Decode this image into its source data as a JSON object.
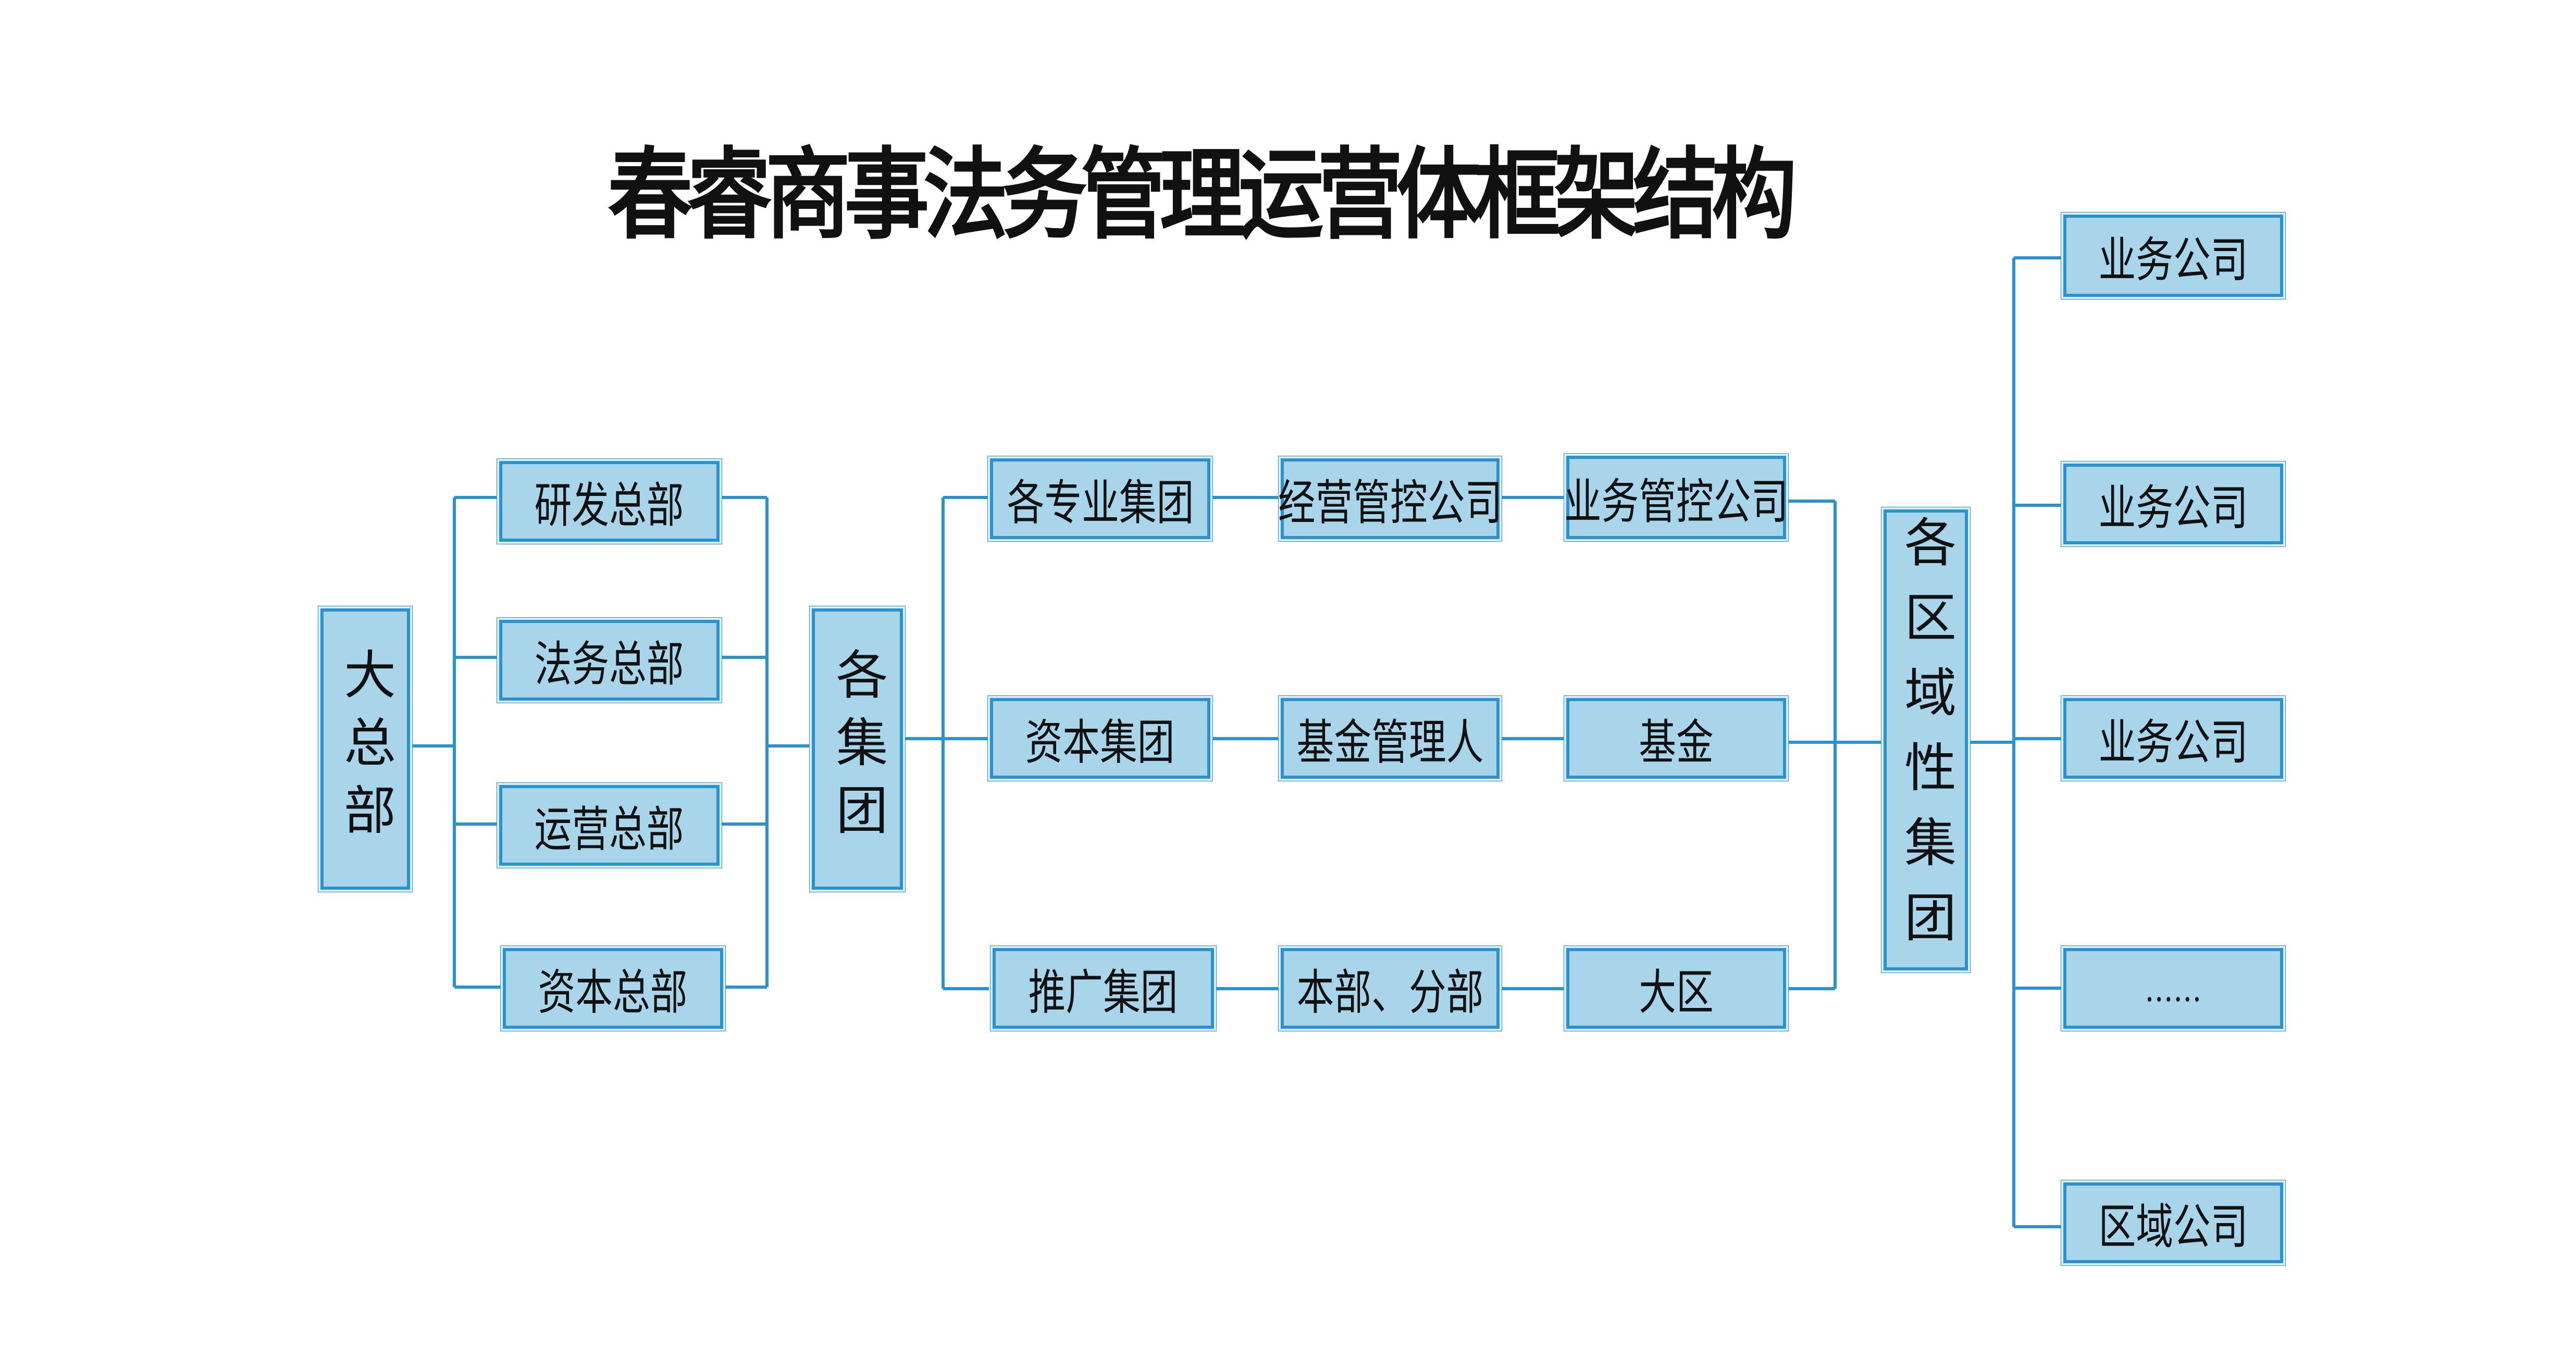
{
  "title": "春睿商事法务管理运营体框架结构",
  "colors": {
    "box_fill": "#a8d5ea",
    "box_border": "#2a93cf",
    "connector": "#2a93cf"
  },
  "nodes": {
    "headquarters": "大总部",
    "dept_rd": "研发总部",
    "dept_legal": "法务总部",
    "dept_ops": "运营总部",
    "dept_capital": "资本总部",
    "groups": "各集团",
    "group_specialized": "各专业集团",
    "group_capital": "资本集团",
    "group_promotion": "推广集团",
    "mgmt_company": "经营管控公司",
    "fund_manager": "基金管理人",
    "branch_division": "本部、分部",
    "business_control_company": "业务管控公司",
    "fund": "基金",
    "big_region": "大区",
    "regional_groups": "各区域性集团",
    "biz_company_1": "业务公司",
    "biz_company_2": "业务公司",
    "biz_company_3": "业务公司",
    "ellipsis": "……",
    "regional_company": "区域公司"
  }
}
